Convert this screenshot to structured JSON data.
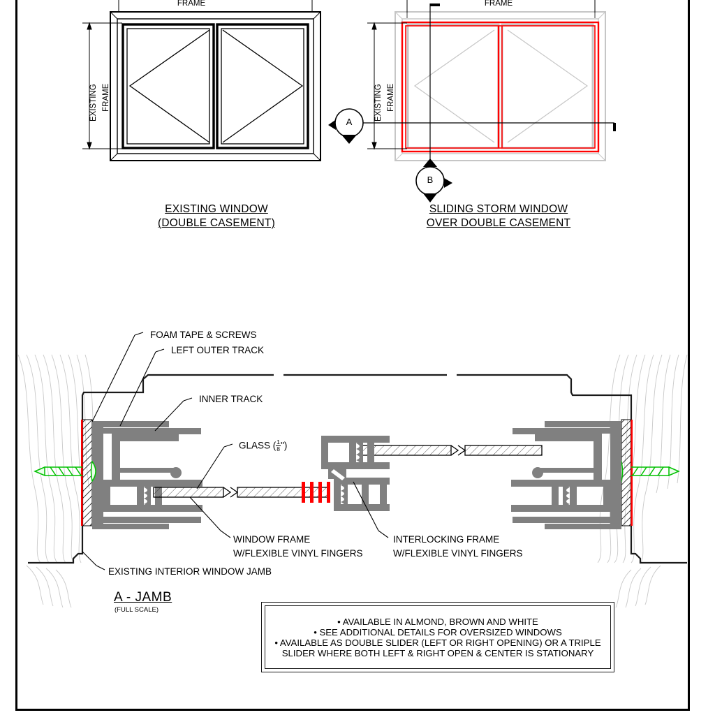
{
  "drawing": {
    "elevations": [
      {
        "id": "existing-window",
        "dim_top_label": "FRAME",
        "dim_side_label_line1": "EXISTING",
        "dim_side_label_line2": "FRAME",
        "title_line1": "EXISTING WINDOW",
        "title_line2": "(DOUBLE CASEMENT)"
      },
      {
        "id": "storm-window",
        "dim_top_label": "FRAME",
        "dim_side_label_line1": "EXISTING",
        "dim_side_label_line2": "FRAME",
        "title_line1": "SLIDING STORM WINDOW",
        "title_line2": "OVER DOUBLE CASEMENT",
        "overlay_color": "#ff0000"
      }
    ],
    "section_markers": [
      {
        "label": "A"
      },
      {
        "label": "B"
      }
    ],
    "detail": {
      "title": "A - JAMB",
      "scale": "(FULL SCALE)",
      "callouts": [
        {
          "id": "foam-tape-screws",
          "text": "FOAM TAPE & SCREWS"
        },
        {
          "id": "left-outer-track",
          "text": "LEFT OUTER TRACK"
        },
        {
          "id": "inner-track",
          "text": "INNER TRACK"
        },
        {
          "id": "glass",
          "text": "GLASS",
          "fraction_num": "1",
          "fraction_den": "8",
          "fraction_unit": "\""
        },
        {
          "id": "window-frame",
          "line1": "WINDOW FRAME",
          "line2": "W/FLEXIBLE VINYL FINGERS"
        },
        {
          "id": "interlocking-frame",
          "line1": "INTERLOCKING FRAME",
          "line2": "W/FLEXIBLE VINYL FINGERS"
        },
        {
          "id": "existing-interior-window-jamb",
          "text": "EXISTING INTERIOR WINDOW JAMB"
        }
      ]
    },
    "notes": [
      "• AVAILABLE IN ALMOND, BROWN AND WHITE",
      "• SEE ADDITIONAL DETAILS FOR OVERSIZED WINDOWS",
      "• AVAILABLE AS DOUBLE SLIDER (LEFT OR RIGHT OPENING) OR A TRIPLE",
      "SLIDER WHERE BOTH LEFT & RIGHT OPEN & CENTER IS STATIONARY"
    ],
    "colors": {
      "storm_frame": "#ff0000",
      "extrusion": "#808080",
      "screw": "#00d000",
      "foam_tape": "#ff0000",
      "wood_grain": "#cccccc",
      "line": "#000000"
    }
  }
}
